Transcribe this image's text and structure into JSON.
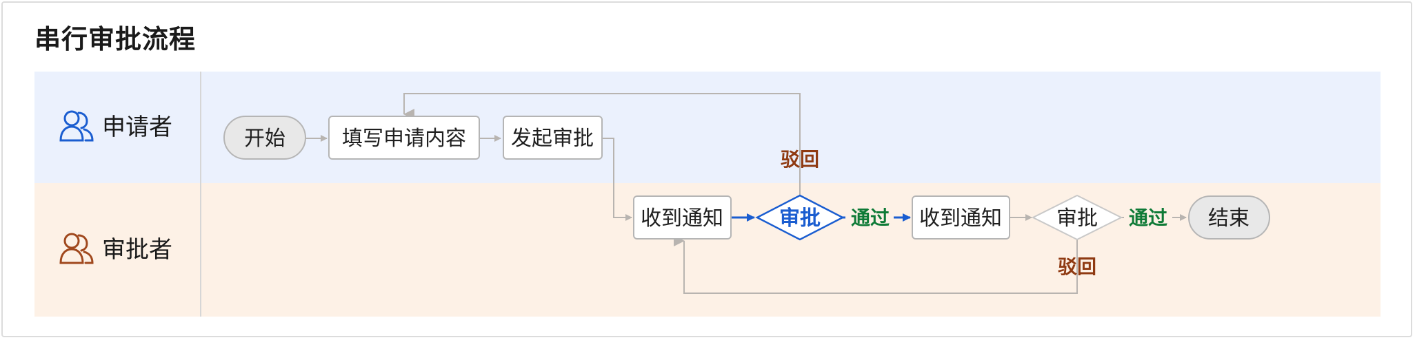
{
  "title": "串行审批流程",
  "lanes": [
    {
      "label": "申请者",
      "icon": "users-icon",
      "color": "#1a5dd0"
    },
    {
      "label": "审批者",
      "icon": "users-icon",
      "color": "#a0481d"
    }
  ],
  "nodes": {
    "start": "开始",
    "fill": "填写申请内容",
    "submit": "发起审批",
    "notify1": "收到通知",
    "approve1": "审批",
    "notify2": "收到通知",
    "approve2": "审批",
    "end": "结束"
  },
  "edge_labels": {
    "reject1": "驳回",
    "pass1": "通过",
    "pass2": "通过",
    "reject2": "驳回"
  },
  "colors": {
    "lane1_bg": "#ebf1fd",
    "lane2_bg": "#fdf1e6",
    "accent_blue": "#1a5dd0",
    "pass_green": "#0e7a36",
    "reject_brown": "#8f3a12",
    "edge_gray": "#b8b4b0"
  }
}
